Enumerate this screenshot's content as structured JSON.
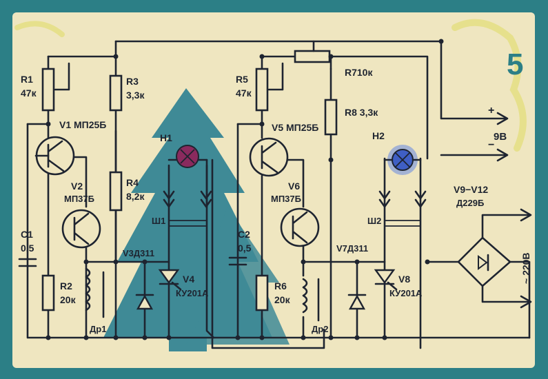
{
  "figure_number": "5",
  "labels": {
    "r1": "R1",
    "r1_val": "47к",
    "v1": "V1 МП25Б",
    "r3": "R3",
    "r3_val": "3,3к",
    "r4": "R4",
    "r4_val": "8,2к",
    "v2": "V2",
    "v2_type": "МП37Б",
    "c1": "C1",
    "c1_val": "0,5",
    "r2": "R2",
    "r2_val": "20к",
    "v3": "V3Д311",
    "v4": "V4",
    "v4_type": "КУ201А",
    "dr1": "Др1",
    "h1": "H1",
    "sh1": "Ш1",
    "r5": "R5",
    "r5_val": "47к",
    "r7": "R710к",
    "r8": "R8 3,3к",
    "v5": "V5 МП25Б",
    "v6": "V6",
    "v6_type": "МП37Б",
    "c2": "C2",
    "c2_val": "0,5",
    "r6": "R6",
    "r6_val": "20к",
    "v7": "V7Д311",
    "v8": "V8",
    "v8_type": "КУ201А",
    "dr2": "Др2",
    "h2": "H2",
    "sh2": "Ш2",
    "plus": "+",
    "minus": "−",
    "supply": "9В",
    "bridge": "V9−V12",
    "bridge_type": "Д229Б",
    "mains": "~ 220В"
  },
  "colors": {
    "frame": "#2c7f86",
    "paper": "#efe6c0",
    "tree": "#3f8a96",
    "ink": "#1e2430",
    "lamp_h1": "#8a2a5e",
    "lamp_h2": "#3f5fc4",
    "accent_yellow": "#e6e08c"
  }
}
